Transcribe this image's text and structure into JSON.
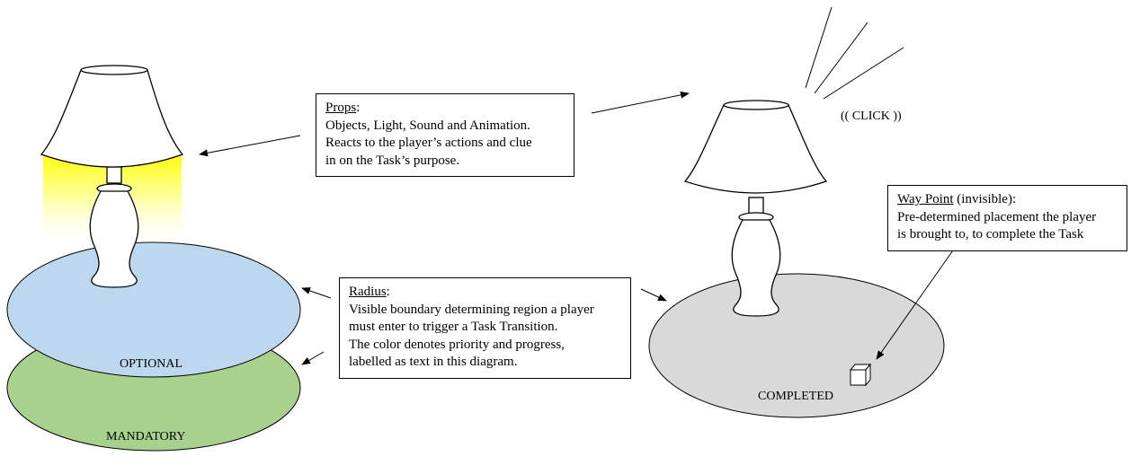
{
  "colors": {
    "optional": "#bdd7ee",
    "mandatory": "#a9d18e",
    "completed": "#d9d9d9",
    "light": "#ffff00"
  },
  "props_box": {
    "title": "Props",
    "title_suffix": ":",
    "lines": [
      "Objects, Light, Sound and Animation.",
      "Reacts to the player’s actions and clue",
      "in on the Task’s purpose."
    ]
  },
  "radius_box": {
    "title": "Radius",
    "title_suffix": ":",
    "lines": [
      "Visible boundary determining region a player",
      "must enter to trigger a Task Transition.",
      "The color denotes priority and progress,",
      "labelled as text in this diagram."
    ]
  },
  "waypoint_box": {
    "title": "Way Point",
    "title_suffix": " (invisible):",
    "lines": [
      "Pre-determined placement the player",
      "is brought to, to complete the Task"
    ]
  },
  "labels": {
    "optional": "OPTIONAL",
    "mandatory": "MANDATORY",
    "completed": "COMPLETED",
    "click": "(( CLICK ))"
  }
}
